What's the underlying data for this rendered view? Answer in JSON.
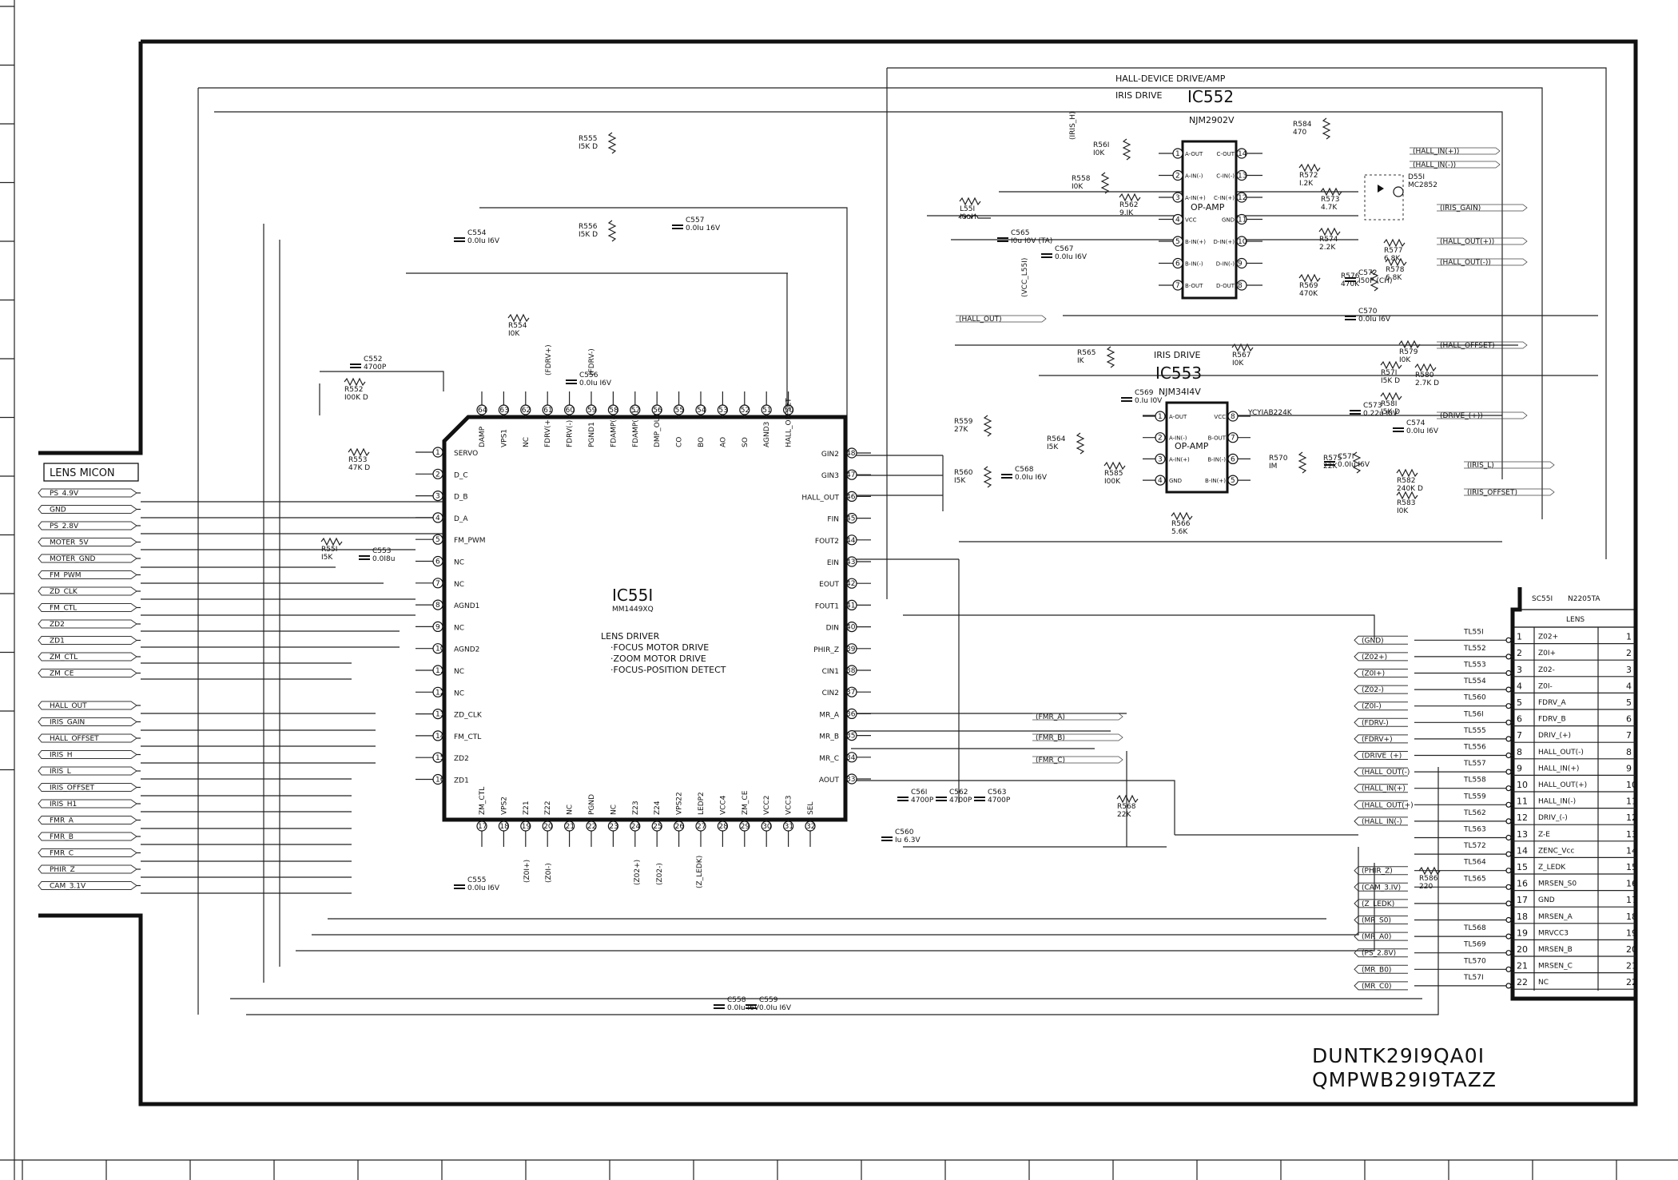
{
  "board": {
    "title_line1": "DUNTK29I9QA0I",
    "title_line2": "QMPWB29I9TAZZ"
  },
  "lens_micon": {
    "title": "LENS MICON",
    "signals": [
      "PS_4.9V",
      "GND",
      "PS_2.8V",
      "MOTER_5V",
      "MOTER_GND",
      "FM_PWM",
      "ZD_CLK",
      "FM_CTL",
      "ZD2",
      "ZD1",
      "ZM_CTL",
      "ZM_CE",
      "HALL_OUT",
      "IRIS_GAIN",
      "HALL_OFFSET",
      "IRIS_H",
      "IRIS_L",
      "IRIS_OFFSET",
      "IRIS_H1",
      "FMR_A",
      "FMR_B",
      "FMR_C",
      "PHIR_Z",
      "CAM_3.1V"
    ]
  },
  "ic551": {
    "ref": "IC55I",
    "part": "MM1449XQ",
    "desc_title": "LENS DRIVER",
    "desc_lines": [
      "·FOCUS MOTOR DRIVE",
      "·ZOOM MOTOR DRIVE",
      "·FOCUS-POSITION DETECT"
    ],
    "left_pins": [
      "SERVO",
      "D_C",
      "D_B",
      "D_A",
      "FM_PWM",
      "NC",
      "NC",
      "AGND1",
      "NC",
      "AGND2",
      "NC",
      "NC",
      "ZD_CLK",
      "FM_CTL",
      "ZD2",
      "ZD1"
    ],
    "right_pins": [
      "GIN2",
      "GIN3",
      "HALL_OUT",
      "FIN",
      "FOUT2",
      "EIN",
      "EOUT",
      "FOUT1",
      "DIN",
      "PHIR_Z",
      "CIN1",
      "CIN2",
      "MR_A",
      "MR_B",
      "MR_C",
      "AOUT"
    ],
    "top_pins": [
      "DAMP",
      "VPS1",
      "NC",
      "FDRV(+)",
      "FDRV(-)",
      "PGND1",
      "FDAMP(-)",
      "FDAMP(+)",
      "DMP_OUT",
      "CO",
      "BO",
      "AO",
      "SO",
      "AGND3",
      "HALL_OFFSET"
    ],
    "bottom_pins": [
      "ZM_CTL",
      "VPS2",
      "Z21",
      "Z22",
      "NC",
      "PGND",
      "NC",
      "Z23",
      "Z24",
      "VPS22",
      "LEDP2",
      "VCC4",
      "ZM_CE",
      "VCC2",
      "VCC3",
      "SEL"
    ]
  },
  "ic552": {
    "ref": "IC552",
    "part": "NJM2902V",
    "function": "OP-AMP",
    "header1": "HALL-DEVICE DRIVE/AMP",
    "header2": "IRIS DRIVE",
    "left_pins": [
      "A-OUT",
      "A-IN(-)",
      "A-IN(+)",
      "VCC",
      "B-IN(+)",
      "B-IN(-)",
      "B-OUT"
    ],
    "right_pins": [
      "C-OUT",
      "C-IN(-)",
      "C-IN(+)",
      "GND",
      "D-IN(+)",
      "D-IN(-)",
      "D-OUT"
    ]
  },
  "ic553": {
    "ref": "IC553",
    "part": "NJM34I4V",
    "function": "OP-AMP",
    "header": "IRIS DRIVE",
    "left_pins": [
      "A-OUT",
      "A-IN(-)",
      "A-IN(+)",
      "GND"
    ],
    "right_pins": [
      "VCC",
      "B-OUT",
      "B-IN(-)",
      "B-IN(+)"
    ]
  },
  "connector": {
    "ref": "SC55I",
    "part": "N2205TA",
    "title": "LENS",
    "pins": [
      "Z02+",
      "Z0I+",
      "Z02-",
      "Z0I-",
      "FDRV_A",
      "FDRV_B",
      "DRIV_(+)",
      "HALL_OUT(-)",
      "HALL_IN(+)",
      "HALL_OUT(+)",
      "HALL_IN(-)",
      "DRIV_(-)",
      "Z-E",
      "ZENC_Vcc",
      "Z_LEDK",
      "MRSEN_S0",
      "GND",
      "MRSEN_A",
      "MRVCC3",
      "MRSEN_B",
      "MRSEN_C",
      "NC"
    ]
  },
  "test_points": [
    "TL55I",
    "TL552",
    "TL553",
    "TL554",
    "TL560",
    "TL56I",
    "TL555",
    "TL556",
    "TL557",
    "TL558",
    "TL559",
    "TL562",
    "TL563",
    "TL572",
    "TL564",
    "TL565",
    "TL568",
    "TL569",
    "TL570",
    "TL57I"
  ],
  "conn_nets": [
    "(GND)",
    "(Z02+)",
    "(Z0I+)",
    "(Z02-)",
    "(Z0I-)",
    "(FDRV-)",
    "(FDRV+)",
    "(DRIVE_(+)",
    "(HALL_OUT(-)",
    "(HALL_IN(+)",
    "(HALL_OUT(+)",
    "(HALL_IN(-)",
    "",
    "",
    "(PHIR_Z)",
    "(CAM_3.IV)",
    "(Z_LEDK)",
    "(MR_S0)",
    "(MR_A0)",
    "(PS_2.8V)",
    "(MR_B0)",
    "(MR_C0)"
  ],
  "ic552_nets": [
    "(HALL_IN(+))",
    "(HALL_IN(-))",
    "(IRIS_GAIN)",
    "(HALL_OUT(+))",
    "(HALL_OUT(-))",
    "(HALL_OFFSET)",
    "(DRIVE_(+))",
    "(IRIS_L)",
    "(IRIS_OFFSET)",
    "(HALL_OUT)",
    "(FMR_A)",
    "(FMR_B)",
    "(FMR_C)"
  ],
  "components": [
    {
      "ref": "R555",
      "val": "I5K D"
    },
    {
      "ref": "R556",
      "val": "I5K D"
    },
    {
      "ref": "C557",
      "val": "0.0Iu 16V"
    },
    {
      "ref": "C554",
      "val": "0.0Iu I6V"
    },
    {
      "ref": "R554",
      "val": "I0K"
    },
    {
      "ref": "C552",
      "val": "4700P"
    },
    {
      "ref": "R552",
      "val": "I00K D"
    },
    {
      "ref": "C556",
      "val": "0.0Iu I6V"
    },
    {
      "ref": "R553",
      "val": "47K D"
    },
    {
      "ref": "R55I",
      "val": "I5K"
    },
    {
      "ref": "C553",
      "val": "0.0I8u"
    },
    {
      "ref": "C555",
      "val": "0.0Iu I6V"
    },
    {
      "ref": "C558",
      "val": "0.0Iu I6V"
    },
    {
      "ref": "C559",
      "val": "0.0Iu I6V"
    },
    {
      "ref": "C560",
      "val": "Iu 6.3V"
    },
    {
      "ref": "C56I",
      "val": "4700P"
    },
    {
      "ref": "C562",
      "val": "4700P"
    },
    {
      "ref": "C563",
      "val": "4700P"
    },
    {
      "ref": "R568",
      "val": "22K"
    },
    {
      "ref": "R586",
      "val": "220"
    },
    {
      "ref": "L55I",
      "val": "I0uH"
    },
    {
      "ref": "C565",
      "val": "I0u I0V (TA)"
    },
    {
      "ref": "C567",
      "val": "0.0Iu I6V"
    },
    {
      "ref": "R56I",
      "val": "I0K"
    },
    {
      "ref": "R558",
      "val": "I0K"
    },
    {
      "ref": "R562",
      "val": "9.IK"
    },
    {
      "ref": "R584",
      "val": "470"
    },
    {
      "ref": "R572",
      "val": "I.2K"
    },
    {
      "ref": "R573",
      "val": "4.7K"
    },
    {
      "ref": "R574",
      "val": "2.2K"
    },
    {
      "ref": "D55I",
      "val": "MC2852"
    },
    {
      "ref": "R577",
      "val": "6.8K"
    },
    {
      "ref": "R578",
      "val": "6.8K"
    },
    {
      "ref": "R569",
      "val": "470K"
    },
    {
      "ref": "C572",
      "val": "I50P (CH)"
    },
    {
      "ref": "R576",
      "val": "470K"
    },
    {
      "ref": "C570",
      "val": "0.0Iu I6V"
    },
    {
      "ref": "R579",
      "val": "I0K"
    },
    {
      "ref": "R567",
      "val": "I0K"
    },
    {
      "ref": "R565",
      "val": "IK"
    },
    {
      "ref": "R57I",
      "val": "I5K D"
    },
    {
      "ref": "R580",
      "val": "2.7K D"
    },
    {
      "ref": "R58I",
      "val": "I5K D"
    },
    {
      "ref": "C569",
      "val": "0.Iu I0V"
    },
    {
      "ref": "C573",
      "val": "0.22u I0V"
    },
    {
      "ref": "C574",
      "val": "0.0Iu I6V"
    },
    {
      "ref": "R559",
      "val": "27K"
    },
    {
      "ref": "R560",
      "val": "I5K"
    },
    {
      "ref": "C568",
      "val": "0.0Iu I6V"
    },
    {
      "ref": "R564",
      "val": "I5K"
    },
    {
      "ref": "R585",
      "val": "I00K"
    },
    {
      "ref": "R570",
      "val": "IM"
    },
    {
      "ref": "C57I",
      "val": "0.0Iu I6V"
    },
    {
      "ref": "R575",
      "val": "22K"
    },
    {
      "ref": "R582",
      "val": "240K D"
    },
    {
      "ref": "R583",
      "val": "I0K"
    },
    {
      "ref": "R566",
      "val": "5.6K"
    }
  ],
  "misc": {
    "vcc_l551": "(VCC_L55I)",
    "iris_h": "(IRIS_H)",
    "ycy": "YCYIAB224K",
    "fdrv_p": "(FDRV+)",
    "fdrv_m": "(FDRV-)",
    "z01p": "(Z0I+)",
    "z01m": "(Z0I-)",
    "z02p": "(Z02+)",
    "z02m": "(Z02-)",
    "zledk": "(Z_LEDK)"
  }
}
